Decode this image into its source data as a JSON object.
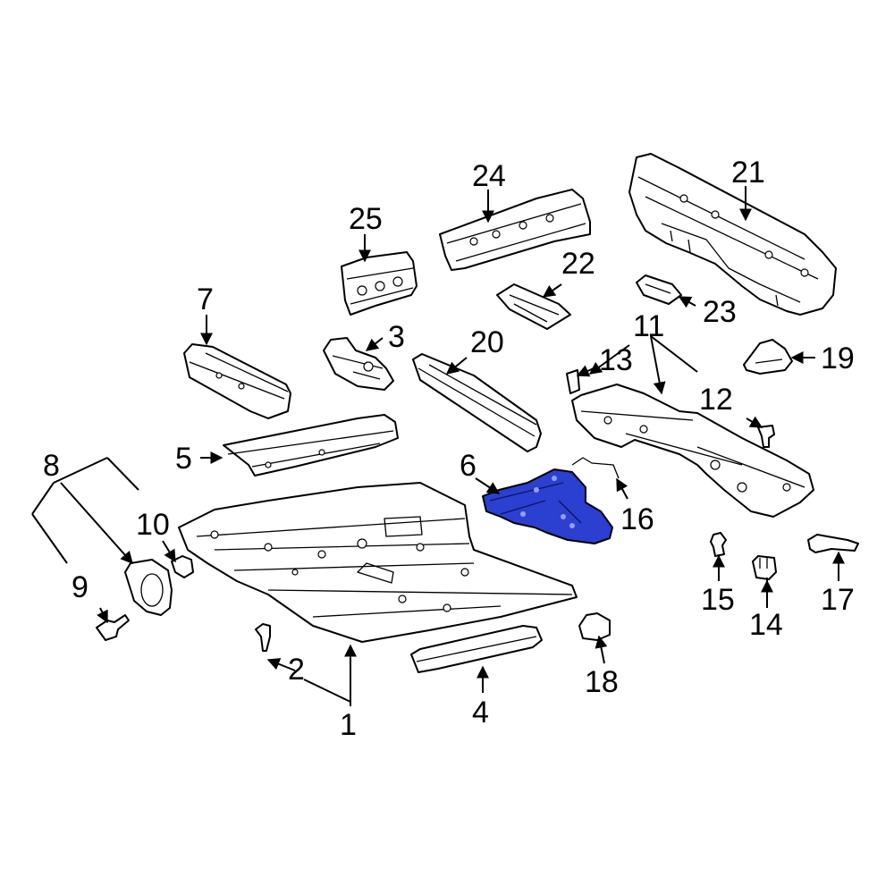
{
  "callouts": [
    {
      "id": "1",
      "label": "1"
    },
    {
      "id": "2",
      "label": "2"
    },
    {
      "id": "3",
      "label": "3"
    },
    {
      "id": "4",
      "label": "4"
    },
    {
      "id": "5",
      "label": "5"
    },
    {
      "id": "6",
      "label": "6"
    },
    {
      "id": "7",
      "label": "7"
    },
    {
      "id": "8",
      "label": "8"
    },
    {
      "id": "9",
      "label": "9"
    },
    {
      "id": "10",
      "label": "10"
    },
    {
      "id": "11",
      "label": "11"
    },
    {
      "id": "12",
      "label": "12"
    },
    {
      "id": "13",
      "label": "13"
    },
    {
      "id": "14",
      "label": "14"
    },
    {
      "id": "15",
      "label": "15"
    },
    {
      "id": "16",
      "label": "16"
    },
    {
      "id": "17",
      "label": "17"
    },
    {
      "id": "18",
      "label": "18"
    },
    {
      "id": "19",
      "label": "19"
    },
    {
      "id": "20",
      "label": "20"
    },
    {
      "id": "21",
      "label": "21"
    },
    {
      "id": "22",
      "label": "22"
    },
    {
      "id": "23",
      "label": "23"
    },
    {
      "id": "24",
      "label": "24"
    },
    {
      "id": "25",
      "label": "25"
    }
  ],
  "highlighted_part": "6",
  "colors": {
    "highlight": "#2b3fd0",
    "line": "#000000",
    "background": "#ffffff"
  }
}
